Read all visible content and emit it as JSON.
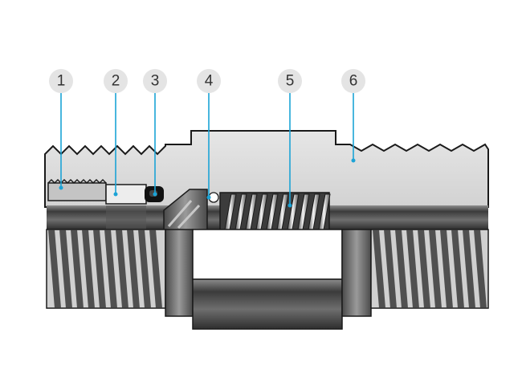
{
  "diagram": {
    "colors": {
      "accent": "#1ba3d6",
      "body_fill": "#d9d9d9",
      "outline": "#1a1a1a",
      "thread_dark": "#3a3a3a",
      "callout_fill": "#e4e4e4"
    },
    "callouts": [
      {
        "label": "1"
      },
      {
        "label": "2"
      },
      {
        "label": "3"
      },
      {
        "label": "4"
      },
      {
        "label": "5"
      },
      {
        "label": "6"
      }
    ]
  }
}
